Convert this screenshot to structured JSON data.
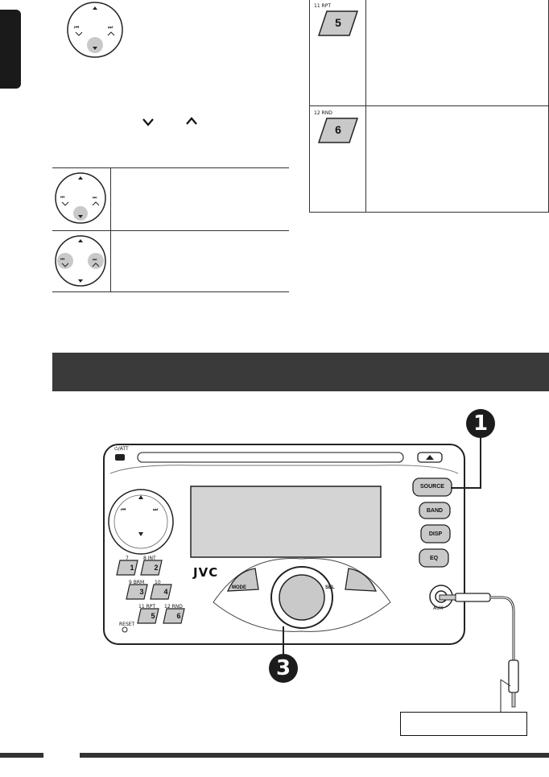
{
  "sidebar": {
    "tab_text": ""
  },
  "top_left": {
    "chevron_down_symbol": "⌄",
    "chevron_up_symbol": "^"
  },
  "right_table": {
    "rows": [
      {
        "key_number": "5",
        "key_label": "11  RPT",
        "description": ""
      },
      {
        "key_number": "6",
        "key_label": "12  RND",
        "description": ""
      }
    ]
  },
  "left_table": {
    "rows": [
      {
        "description": ""
      },
      {
        "description": ""
      }
    ]
  },
  "section_banner": {
    "title": ""
  },
  "unit": {
    "brand": "JVC",
    "power_label": "⏻/ATT",
    "buttons": {
      "source": "SOURCE",
      "band": "BAND",
      "disp": "DISP",
      "eq": "EQ",
      "mode": "MODE",
      "sel": "SEL"
    },
    "presets": [
      {
        "num": "1",
        "label": "7"
      },
      {
        "num": "2",
        "label": "8  INT"
      },
      {
        "num": "3",
        "label": "9  BRM"
      },
      {
        "num": "4",
        "label": "10"
      },
      {
        "num": "5",
        "label": "11  RPT"
      },
      {
        "num": "6",
        "label": "12  RND"
      }
    ],
    "reset_label": "RESET",
    "aux_label": "AUX"
  },
  "callouts": {
    "one": "1",
    "three": "3"
  },
  "cable_label": {
    "text": ""
  },
  "colors": {
    "banner": "#3a3a3a",
    "highlight": "#c9c9c9",
    "dark": "#1a1a1a"
  }
}
